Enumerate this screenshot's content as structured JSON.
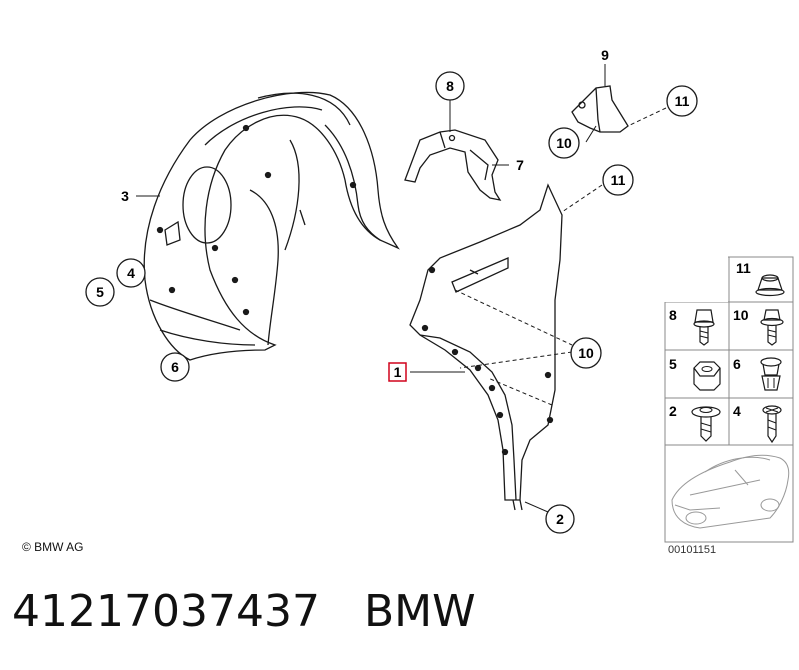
{
  "callouts": {
    "c1": "1",
    "c2": "2",
    "c3": "3",
    "c4": "4",
    "c5": "5",
    "c6": "6",
    "c7": "7",
    "c8": "8",
    "c9": "9",
    "c10a": "10",
    "c10b": "10",
    "c11a": "11",
    "c11b": "11"
  },
  "legend": {
    "l11": "11",
    "l8": "8",
    "l10": "10",
    "l5": "5",
    "l6": "6",
    "l2": "2",
    "l4": "4"
  },
  "copyright": "© BMW AG",
  "diagram_number": "00101151",
  "footer": {
    "part_number": "41217037437",
    "brand": "BMW"
  },
  "colors": {
    "highlight": "#d0021b",
    "line": "#1a1a1a",
    "legend_border": "#888888"
  }
}
